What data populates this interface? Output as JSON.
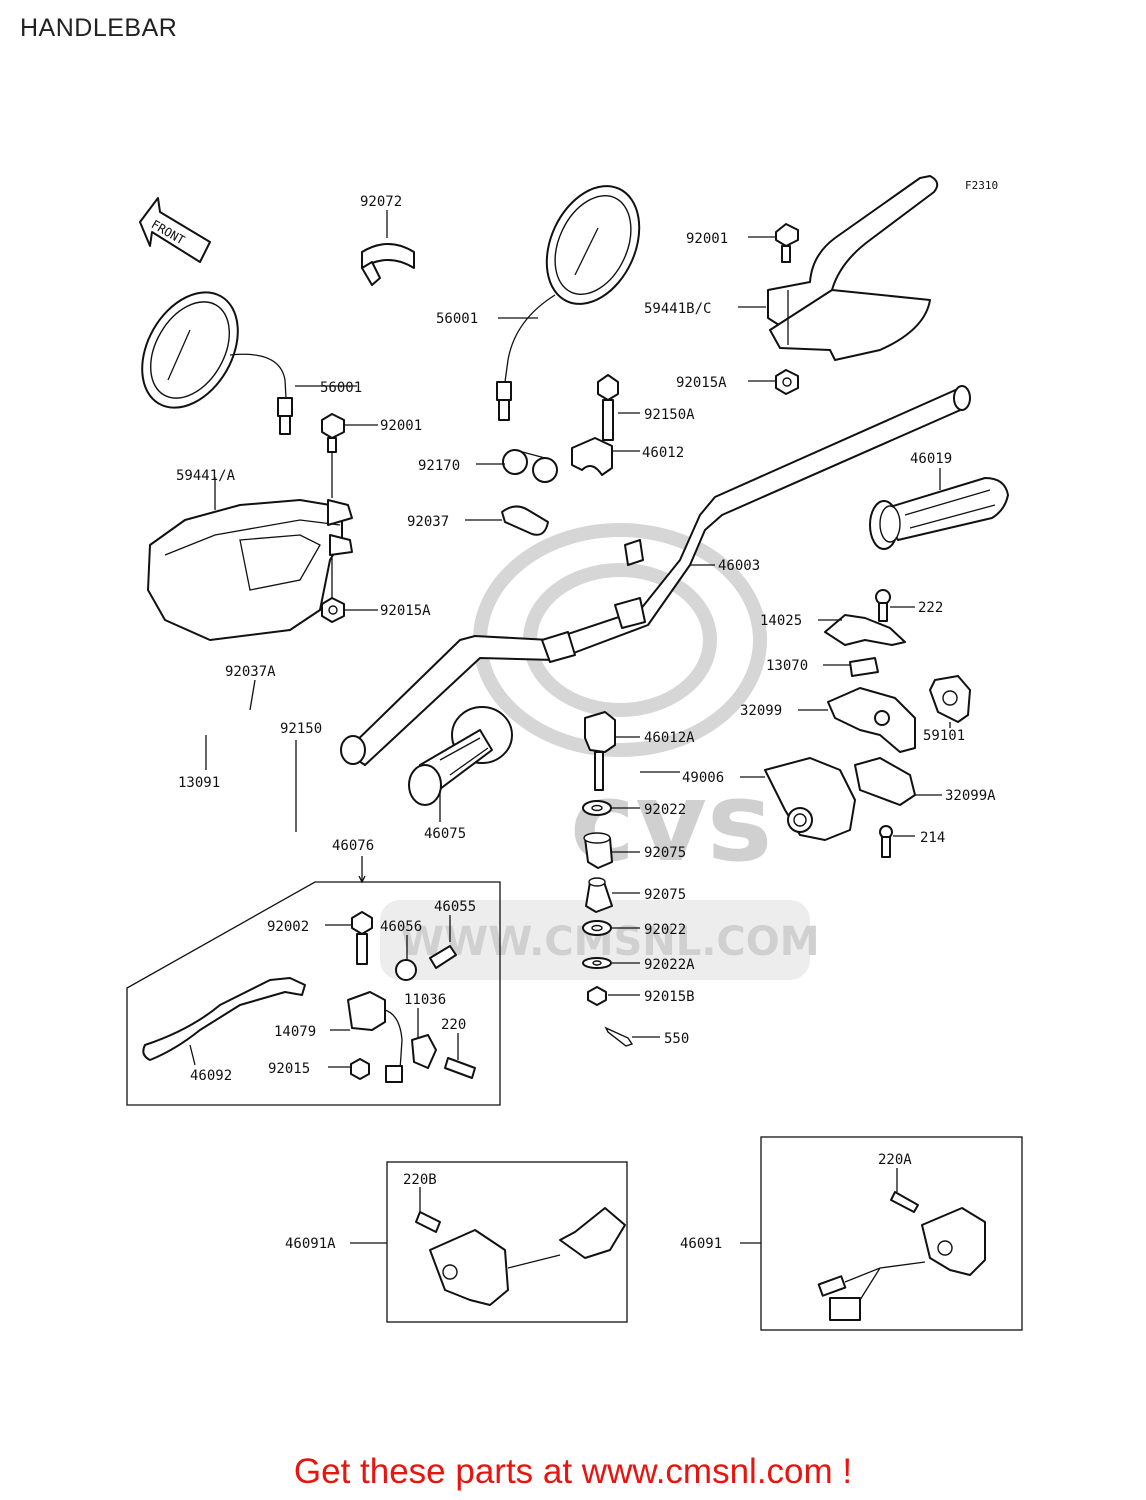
{
  "page": {
    "title": "HANDLEBAR",
    "code": "F2310",
    "front_label": "FRONT"
  },
  "parts": [
    {
      "id": "p92072",
      "text": "92072"
    },
    {
      "id": "p56001a",
      "text": "56001"
    },
    {
      "id": "p56001b",
      "text": "56001"
    },
    {
      "id": "p92001a",
      "text": "92001"
    },
    {
      "id": "p92001b",
      "text": "92001"
    },
    {
      "id": "p59441bc",
      "text": "59441B/C"
    },
    {
      "id": "p92015a1",
      "text": "92015A"
    },
    {
      "id": "p92150a",
      "text": "92150A"
    },
    {
      "id": "p46012",
      "text": "46012"
    },
    {
      "id": "p92170",
      "text": "92170"
    },
    {
      "id": "p46019",
      "text": "46019"
    },
    {
      "id": "p59441a",
      "text": "59441/A"
    },
    {
      "id": "p92037",
      "text": "92037"
    },
    {
      "id": "p46003",
      "text": "46003"
    },
    {
      "id": "p92015a2",
      "text": "92015A"
    },
    {
      "id": "p222",
      "text": "222"
    },
    {
      "id": "p14025",
      "text": "14025"
    },
    {
      "id": "p13070",
      "text": "13070"
    },
    {
      "id": "p92037a",
      "text": "92037A"
    },
    {
      "id": "p32099",
      "text": "32099"
    },
    {
      "id": "p92150",
      "text": "92150"
    },
    {
      "id": "p59101",
      "text": "59101"
    },
    {
      "id": "p46012a",
      "text": "46012A"
    },
    {
      "id": "p13091",
      "text": "13091"
    },
    {
      "id": "p49006",
      "text": "49006"
    },
    {
      "id": "p32099a",
      "text": "32099A"
    },
    {
      "id": "p92022a",
      "text": "92022"
    },
    {
      "id": "p46075",
      "text": "46075"
    },
    {
      "id": "p214",
      "text": "214"
    },
    {
      "id": "p46076",
      "text": "46076"
    },
    {
      "id": "p92075a",
      "text": "92075"
    },
    {
      "id": "p92075b",
      "text": "92075"
    },
    {
      "id": "p46055",
      "text": "46055"
    },
    {
      "id": "p92002",
      "text": "92002"
    },
    {
      "id": "p46056",
      "text": "46056"
    },
    {
      "id": "p92022b",
      "text": "92022"
    },
    {
      "id": "p92022c",
      "text": "92022A"
    },
    {
      "id": "p11036",
      "text": "11036"
    },
    {
      "id": "p92015b",
      "text": "92015B"
    },
    {
      "id": "p220",
      "text": "220"
    },
    {
      "id": "p14079",
      "text": "14079"
    },
    {
      "id": "p550",
      "text": "550"
    },
    {
      "id": "p92015",
      "text": "92015"
    },
    {
      "id": "p46092",
      "text": "46092"
    },
    {
      "id": "p220b",
      "text": "220B"
    },
    {
      "id": "p220a",
      "text": "220A"
    },
    {
      "id": "p46091a",
      "text": "46091A"
    },
    {
      "id": "p46091",
      "text": "46091"
    }
  ],
  "watermark": "WWW.CMSNL.COM",
  "footer": "Get these parts at www.cmsnl.com !"
}
